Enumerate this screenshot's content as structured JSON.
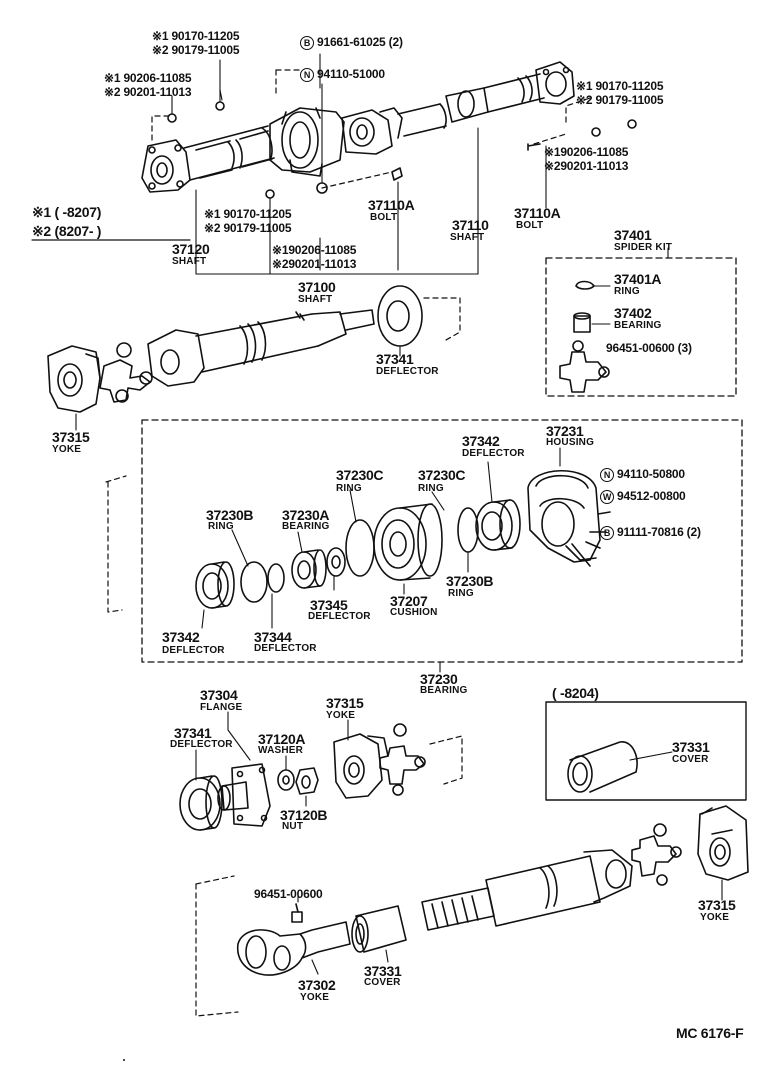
{
  "top_refs": {
    "r1a": "※1 90170-11205",
    "r1b": "※2 90179-11005",
    "b_mark": "B",
    "b_ref": "91661-61025 (2)",
    "n_mark": "N",
    "n_ref": "94110-51000",
    "r2a": "※1 90206-11085",
    "r2b": "※2 90201-11013",
    "r3a": "※1 90170-11205",
    "r3b": "※2 90179-11005",
    "r4a": "※190206-11085",
    "r4b": "※290201-11013",
    "r5a": "※1 90170-11205",
    "r5b": "※2 90179-11005",
    "r6a": "※190206-11085",
    "r6b": "※290201-11013"
  },
  "legend": {
    "line1": "※1 (       -8207)",
    "line2": "※2 (8207-         )"
  },
  "parts": {
    "p37120": "37120",
    "p37120_name": "SHAFT",
    "p37110A_1": "37110A",
    "p37110A_1_name": "BOLT",
    "p37110": "37110",
    "p37110_name": "SHAFT",
    "p37110A_2": "37110A",
    "p37110A_2_name": "BOLT",
    "p37401": "37401",
    "p37401_name": "SPIDER KIT",
    "p37401A": "37401A",
    "p37401A_name": "RING",
    "p37402": "37402",
    "p37402_name": "BEARING",
    "kit_ref": "96451-00600 (3)",
    "p37100": "37100",
    "p37100_name": "SHAFT",
    "p37341a": "37341",
    "p37341a_name": "DEFLECTOR",
    "p37315a": "37315",
    "p37315a_name": "YOKE",
    "p37231": "37231",
    "p37231_name": "HOUSING",
    "p37342a": "37342",
    "p37342a_name": "DEFLECTOR",
    "p37230C_1": "37230C",
    "p37230C_1_name": "RING",
    "p37230C_2": "37230C",
    "p37230C_2_name": "RING",
    "h_n_mark": "N",
    "h_n_ref": "94110-50800",
    "h_w_mark": "W",
    "h_w_ref": "94512-00800",
    "h_b_mark": "B",
    "h_b_ref": "91111-70816 (2)",
    "p37230B_1": "37230B",
    "p37230B_1_name": "RING",
    "p37230A": "37230A",
    "p37230A_name": "BEARING",
    "p37230B_2": "37230B",
    "p37230B_2_name": "RING",
    "p37207": "37207",
    "p37207_name": "CUSHION",
    "p37345": "37345",
    "p37345_name": "DEFLECTOR",
    "p37342b": "37342",
    "p37342b_name": "DEFLECTOR",
    "p37344": "37344",
    "p37344_name": "DEFLECTOR",
    "p37230": "37230",
    "p37230_name": "BEARING",
    "p37304": "37304",
    "p37304_name": "FLANGE",
    "p37341b": "37341",
    "p37341b_name": "DEFLECTOR",
    "p37120A": "37120A",
    "p37120A_name": "WASHER",
    "p37120B": "37120B",
    "p37120B_name": "NUT",
    "p37315b": "37315",
    "p37315b_name": "YOKE",
    "cover_box_date": "(       -8204)",
    "p37331a": "37331",
    "p37331a_name": "COVER",
    "p37315c": "37315",
    "p37315c_name": "YOKE",
    "grease_ref": "96451-00600",
    "p37331b": "37331",
    "p37331b_name": "COVER",
    "p37302": "37302",
    "p37302_name": "YOKE"
  },
  "footer": {
    "code": "MC 6176-F"
  }
}
